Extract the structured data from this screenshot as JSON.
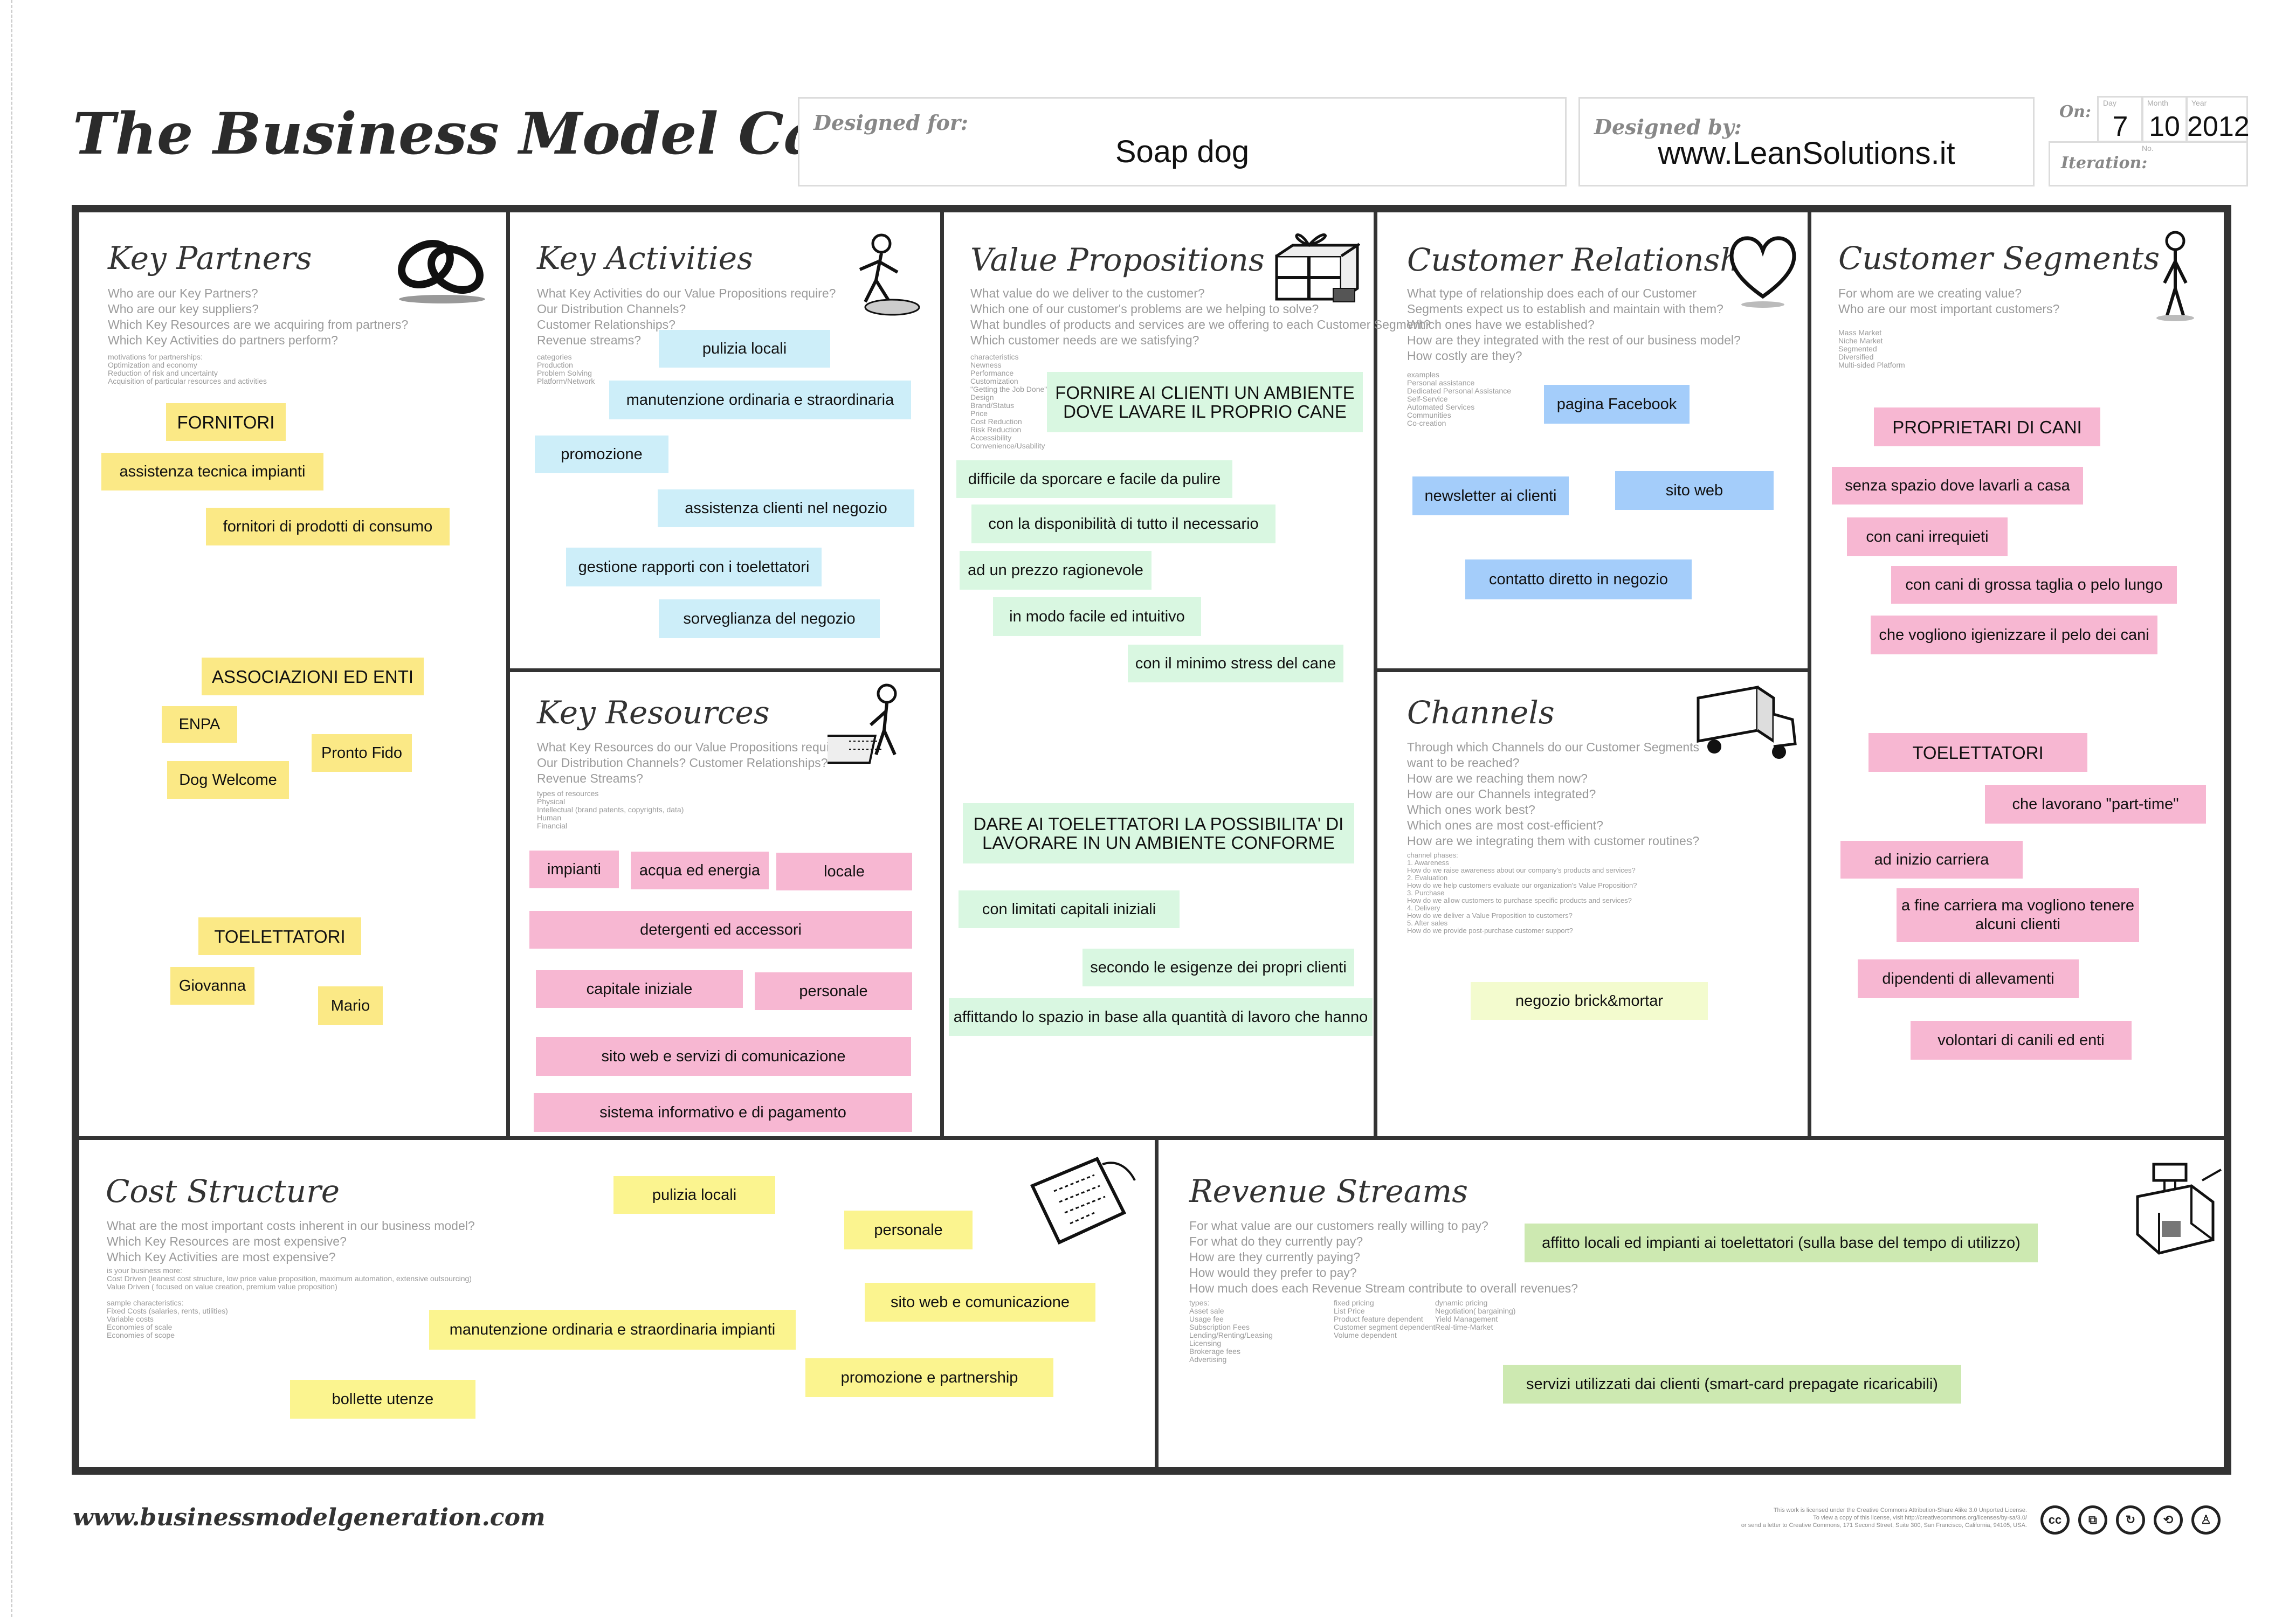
{
  "header": {
    "title": "The Business Model Canvas",
    "designed_for_label": "Designed for:",
    "designed_for_value": "Soap dog",
    "designed_by_label": "Designed by:",
    "designed_by_value": "www.LeanSolutions.it",
    "on_label": "On:",
    "day_label": "Day",
    "month_label": "Month",
    "year_label": "Year",
    "day": "7",
    "month": "10",
    "year": "2012",
    "iteration_label": "Iteration:",
    "no_label": "No."
  },
  "sections": {
    "key_partners": {
      "title": "Key Partners",
      "questions": "Who are our Key Partners?\nWho are our key suppliers?\nWhich Key Resources are we acquiring from partners?\nWhich Key Activities do partners perform?",
      "small": "motivations for partnerships:\nOptimization and economy\nReduction of risk and uncertainty\nAcquisition of particular resources and activities"
    },
    "key_activities": {
      "title": "Key Activities",
      "questions": "What Key Activities do our Value Propositions require?\nOur Distribution Channels?\nCustomer Relationships?\nRevenue streams?",
      "small": "categories\nProduction\nProblem Solving\nPlatform/Network"
    },
    "key_resources": {
      "title": "Key Resources",
      "questions": "What Key Resources do our Value Propositions require?\nOur Distribution Channels? Customer Relationships?\nRevenue Streams?",
      "small": "types of resources\nPhysical\nIntellectual (brand patents, copyrights, data)\nHuman\nFinancial"
    },
    "value_propositions": {
      "title": "Value Propositions",
      "questions": "What value do we deliver to the customer?\nWhich one of our customer's problems are we helping to solve?\nWhat bundles of products and services are we offering to each Customer Segment?\nWhich customer needs are we satisfying?",
      "small": "characteristics\nNewness\nPerformance\nCustomization\n\"Getting the Job Done\"\nDesign\nBrand/Status\nPrice\nCost Reduction\nRisk Reduction\nAccessibility\nConvenience/Usability"
    },
    "customer_relationships": {
      "title": "Customer Relationships",
      "questions": "What type of relationship does each of our Customer\nSegments expect us to establish and maintain with them?\nWhich ones have we established?\nHow are they integrated with the rest of our business model?\nHow costly are they?",
      "small": "examples\nPersonal assistance\nDedicated Personal Assistance\nSelf-Service\nAutomated Services\nCommunities\nCo-creation"
    },
    "channels": {
      "title": "Channels",
      "questions": "Through which Channels do our Customer Segments\nwant to be reached?\nHow are we reaching them now?\nHow are our Channels integrated?\nWhich ones work best?\nWhich ones are most cost-efficient?\nHow are we integrating them with customer routines?",
      "small": "channel phases:\n1. Awareness\n    How do we raise awareness about our company's products and services?\n2. Evaluation\n    How do we help customers evaluate our organization's Value Proposition?\n3. Purchase\n    How do we allow customers to purchase specific products and services?\n4. Delivery\n    How do we deliver a Value Proposition to customers?\n5. After sales\n    How do we provide post-purchase customer support?"
    },
    "customer_segments": {
      "title": "Customer Segments",
      "questions": "For whom are we creating value?\nWho are our most important customers?",
      "small": "Mass Market\nNiche Market\nSegmented\nDiversified\nMulti-sided Platform"
    },
    "cost_structure": {
      "title": "Cost Structure",
      "questions": "What are the most important costs inherent in our business model?\nWhich Key Resources are most expensive?\nWhich Key Activities are most expensive?",
      "small": "is your business more:\nCost Driven (leanest cost structure, low price value proposition, maximum automation, extensive outsourcing)\nValue Driven ( focused on value creation, premium value proposition)\n\nsample characteristics:\nFixed Costs (salaries, rents, utilities)\nVariable costs\nEconomies of scale\nEconomies of scope"
    },
    "revenue_streams": {
      "title": "Revenue Streams",
      "questions": "For what value are our customers really willing to pay?\nFor what do they currently pay?\nHow are they currently paying?\nHow would they prefer to pay?\nHow much does each Revenue Stream contribute to overall revenues?",
      "small_types": "types:\nAsset sale\nUsage fee\nSubscription Fees\nLending/Renting/Leasing\nLicensing\nBrokerage fees\nAdvertising",
      "small_fixed": "fixed pricing\nList Price\nProduct feature dependent\nCustomer segment dependent\nVolume dependent",
      "small_dynamic": "dynamic pricing\nNegotiation( bargaining)\nYield Management\nReal-time-Market"
    }
  },
  "notes": {
    "kp": [
      "FORNITORI",
      "assistenza tecnica impianti",
      "fornitori di  prodotti di consumo",
      "ASSOCIAZIONI ED ENTI",
      "ENPA",
      "Pronto Fido",
      "Dog Welcome",
      "TOELETTATORI",
      "Giovanna",
      "Mario"
    ],
    "ka": [
      "pulizia locali",
      "manutenzione ordinaria e straordinaria",
      "promozione",
      "assistenza clienti nel negozio",
      "gestione rapporti con i toelettatori",
      "sorveglianza del negozio"
    ],
    "kr": [
      "impianti",
      "acqua ed energia",
      "locale",
      "detergenti ed accessori",
      "capitale iniziale",
      "personale",
      "sito web e servizi di comunicazione",
      "sistema informativo e di pagamento"
    ],
    "vp": [
      "FORNIRE AI CLIENTI UN AMBIENTE DOVE LAVARE IL PROPRIO CANE",
      "difficile da sporcare e facile da pulire",
      "con la disponibilità di tutto il necessario",
      "ad un prezzo ragionevole",
      "in modo facile ed intuitivo",
      "con il minimo stress del cane",
      "DARE AI TOELETTATORI LA POSSIBILITA' DI LAVORARE IN UN AMBIENTE CONFORME",
      "con limitati capitali iniziali",
      "secondo le esigenze dei propri clienti",
      "affittando lo spazio in base alla quantità di lavoro che hanno"
    ],
    "cr": [
      "pagina Facebook",
      "newsletter ai clienti",
      "sito web",
      "contatto diretto in negozio"
    ],
    "ch": [
      "negozio brick&mortar"
    ],
    "cs": [
      "PROPRIETARI DI CANI",
      "senza spazio dove lavarli a casa",
      "con cani irrequieti",
      "con cani di grossa taglia o pelo lungo",
      "che vogliono igienizzare il pelo dei cani",
      "TOELETTATORI",
      "che lavorano \"part-time\"",
      "ad inizio carriera",
      "a fine carriera ma vogliono tenere alcuni clienti",
      "dipendenti di allevamenti",
      "volontari di canili ed enti"
    ],
    "cost": [
      "pulizia locali",
      "personale",
      "sito web e comunicazione",
      "manutenzione ordinaria e straordinaria impianti",
      "promozione e partnership",
      "bollette utenze"
    ],
    "rev": [
      "affitto locali ed impianti ai toelettatori (sulla base del tempo di utilizzo)",
      "servizi utilizzati dai clienti (smart-card prepagate ricaricabili)"
    ]
  },
  "footer": {
    "url": "www.businessmodelgeneration.com",
    "license": "This work is licensed under the Creative Commons Attribution-Share Alike 3.0 Unported License.\nTo view a copy of this license, visit http://creativecommons.org/licenses/by-sa/3.0/\nor send a letter to Creative Commons, 171 Second Street, Suite 300, San Francisco, California, 94105, USA.",
    "cc_icons": [
      "cc-icon",
      "share-icon",
      "remix-icon",
      "sharealike-icon",
      "attribution-icon"
    ]
  },
  "colors": {
    "yellow": "#fbe986",
    "blue": "#cdeef9",
    "green": "#d9f7e1",
    "pink": "#f7b7d2",
    "darkblue": "#a4cdfa",
    "frame": "#333333"
  }
}
